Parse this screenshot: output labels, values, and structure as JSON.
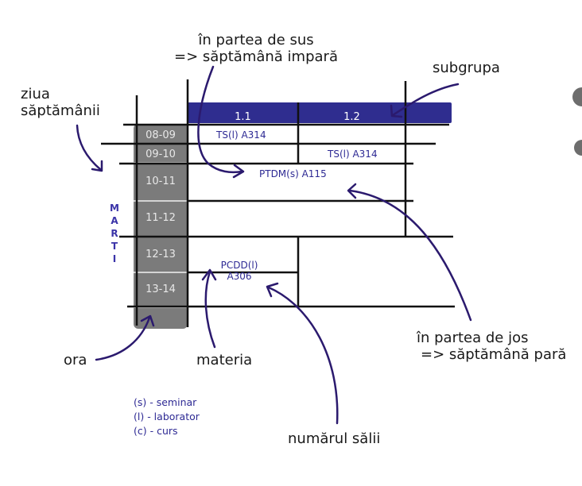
{
  "annotations": {
    "sus_line1": "în partea de sus",
    "sus_line2": "=> săptămână impară",
    "subgrupa": "subgrupa",
    "ziua_line1": "ziua",
    "ziua_line2": "săptămânii",
    "jos_line1": "în partea de jos",
    "jos_line2": "=> săptămână pară",
    "ora": "ora",
    "materia": "materia",
    "numarul_salii": "numărul sălii"
  },
  "day_letters": [
    "M",
    "A",
    "R",
    "T",
    "I"
  ],
  "subgroups": [
    "1.1",
    "1.2"
  ],
  "time_slots": [
    "08-09",
    "09-10",
    "10-11",
    "11-12",
    "12-13",
    "13-14"
  ],
  "classes": {
    "c1": "TS(l) A314",
    "c2": "TS(l) A314",
    "c3": "PTDM(s) A115",
    "c4_line1": "PCDD(l)",
    "c4_line2": "A306"
  },
  "legend": [
    "(s) - seminar",
    "(l) - laborator",
    "(c) - curs"
  ],
  "colors": {
    "header": "#2f2d8f",
    "time_column": "#7b7b7b",
    "arrow": "#2b1a6e",
    "text_class": "#2e2a94"
  }
}
